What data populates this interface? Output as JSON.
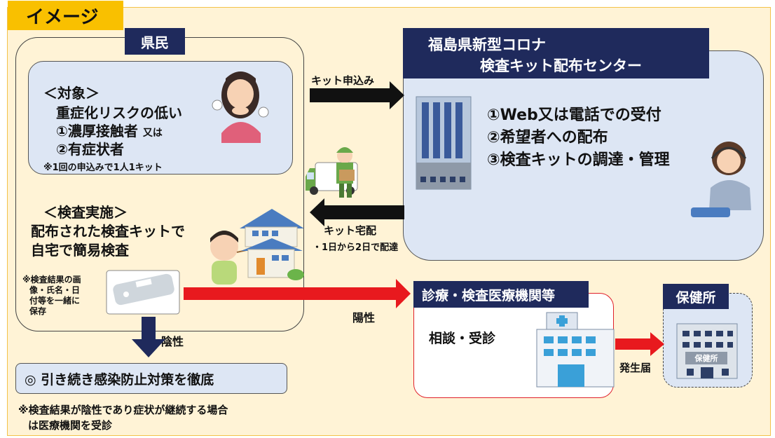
{
  "title": "イメージ",
  "kenmin": {
    "label": "県民",
    "target_heading": "＜対象＞",
    "target_line1": "重症化リスクの低い",
    "target_line2_main": "①濃厚接触者",
    "target_line2_small": "又は",
    "target_line3": "②有症状者",
    "target_note": "※1回の申込みで1人1キット",
    "test_heading": "＜検査実施＞",
    "test_line1": "配布された検査キットで",
    "test_line2": "自宅で簡易検査",
    "save_note": [
      "※検査結果の画",
      "像・氏名・日",
      "付等を一緒に",
      "保存"
    ]
  },
  "center": {
    "label_line1": "福島県新型コロナ",
    "label_line2": "検査キット配布センター",
    "item1": "①Web又は電話での受付",
    "item2": "②希望者への配布",
    "item3": "③検査キットの調達・管理"
  },
  "arrows": {
    "apply": "キット申込み",
    "delivery": "キット宅配",
    "delivery_note": "・1日から2日で配達",
    "positive": "陽性",
    "negative": "陰性",
    "report": "発生届"
  },
  "clinic": {
    "label": "診療・検査医療機関等",
    "text": "相談・受診"
  },
  "hokenjo": {
    "label": "保健所",
    "building_sign": "保健所"
  },
  "bottom": {
    "text": "◎ 引き続き感染防止対策を徹底",
    "note_line1": "※検査結果が陰性であり症状が継続する場合",
    "note_line2": "は医療機関を受診"
  },
  "colors": {
    "navy": "#1f2a5c",
    "red": "#e8191e",
    "panel_blue": "#dde6f4",
    "background": "#fff3d6",
    "title_yellow": "#f9c000"
  }
}
